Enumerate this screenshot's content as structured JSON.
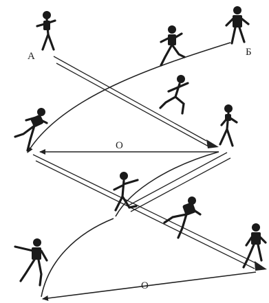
{
  "labels": {
    "point_a": "А",
    "point_b": "Б",
    "ball_top": "О",
    "ball_bottom": "О"
  },
  "colors": {
    "ink": "#1a1a1a",
    "paper": "#ffffff"
  },
  "icons": {
    "player": "player-figure-icon",
    "arrow": "arrowhead-icon"
  }
}
